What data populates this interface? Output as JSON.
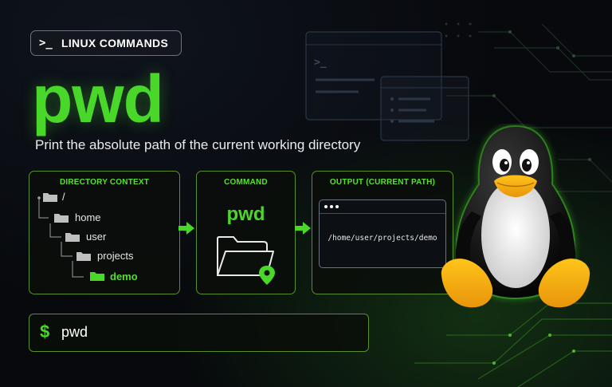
{
  "badge": {
    "prompt": ">_",
    "label": "LINUX COMMANDS"
  },
  "title": "pwd",
  "subtitle": "Print the absolute path of the current working directory",
  "context_panel": {
    "title": "DIRECTORY CONTEXT",
    "tree": [
      "/",
      "home",
      "user",
      "projects",
      "demo"
    ]
  },
  "command_panel": {
    "title": "COMMAND",
    "command": "pwd"
  },
  "output_panel": {
    "title": "OUTPUT (CURRENT PATH)",
    "path": "/home/user/projects/demo"
  },
  "prompt_bar": {
    "symbol": "$",
    "command": "pwd"
  },
  "icons": {
    "badge_icon": "terminal-prompt-icon",
    "folder": "folder-icon",
    "open_folder": "open-folder-icon",
    "location": "location-pin-icon",
    "arrow": "arrow-right-icon",
    "mascot": "tux-penguin"
  },
  "colors": {
    "accent": "#49d82a",
    "background": "#07090c",
    "panel_border": "#5c8f23",
    "folder": "#bfbfbf"
  }
}
